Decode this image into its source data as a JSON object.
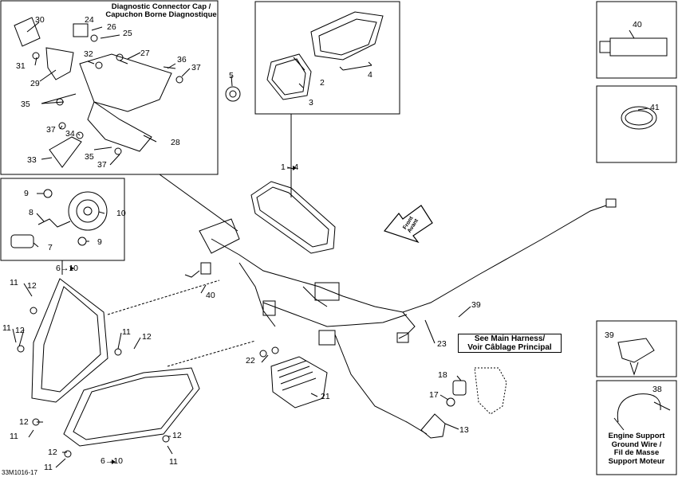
{
  "diagram": {
    "headers": {
      "diag_cap_line1": "Diagnostic Connector Cap /",
      "diag_cap_line2": "Capuchon Borne Diagnostique"
    },
    "notes": {
      "main_harness_line1": "See Main Harness/",
      "main_harness_line2": "Voir Câblage Principal",
      "ground_line1": "Engine Support",
      "ground_line2": "Ground Wire /",
      "ground_line3": "Fil de Masse",
      "ground_line4": "Support Moteur",
      "front_line1": "Front",
      "front_line2": "Avant"
    },
    "callouts": {
      "c30": "30",
      "c24": "24",
      "c26": "26",
      "c25": "25",
      "c31": "31",
      "c32": "32",
      "c27": "27",
      "c36": "36",
      "c37a": "37",
      "c29": "29",
      "c35a": "35",
      "c37b": "37",
      "c34": "34",
      "c28": "28",
      "c33": "33",
      "c35b": "35",
      "c37c": "37",
      "c5": "5",
      "c2": "2",
      "c3": "3",
      "c4": "4",
      "c1to4": "1→4",
      "c40": "40",
      "c41": "41",
      "c9a": "9",
      "c10a": "10",
      "c8": "8",
      "c7": "7",
      "c9b": "9",
      "c6to10a": "6→10",
      "c11a": "11",
      "c12a": "12",
      "c40b": "40",
      "c11b": "11",
      "c12b": "12",
      "c11c": "11",
      "c12c": "12",
      "c22": "22",
      "c21": "21",
      "c39a": "39",
      "c23": "23",
      "c39b": "39",
      "c38": "38",
      "c18": "18",
      "c17": "17",
      "c13": "13",
      "c12d": "12",
      "c11d": "11",
      "c12e": "12",
      "c11e": "11",
      "c12f": "12",
      "c11f": "11",
      "c6to10b": "6→10"
    },
    "drawing_code": "33M1016-17"
  }
}
